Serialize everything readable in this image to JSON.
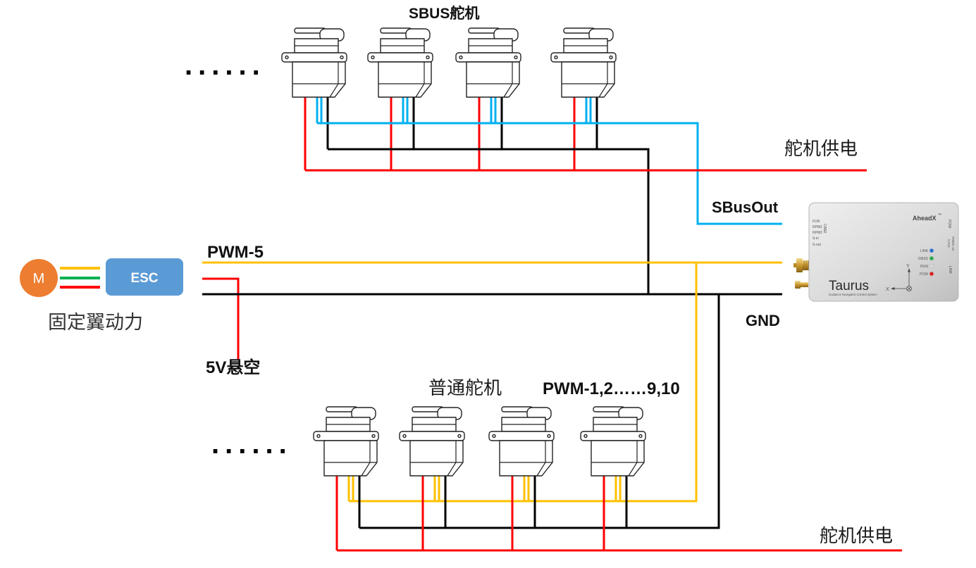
{
  "sbus_group": {
    "title": "SBUS舵机",
    "more": "......"
  },
  "sbus_power": "舵机供电",
  "sbus_out": "SBusOut",
  "pwm5": "PWM-5",
  "motor": {
    "symbol": "M",
    "caption": "固定翼动力"
  },
  "esc": {
    "label": "ESC"
  },
  "floating_5v": "5V悬空",
  "gnd": "GND",
  "pwm_group": {
    "title": "普通舵机",
    "channels": "PWM-1,2……9,10",
    "more": "......"
  },
  "pwm_power": "舵机供电",
  "controller": {
    "brand": "AheadX",
    "trademark": "™",
    "model": "Taurus",
    "subtitle": "Guidance Navigation Control System",
    "left_ports": [
      "FUN",
      "RPM1",
      "RPM2",
      "S-in",
      "S-out"
    ],
    "left_vertical_port": "CAN2",
    "right_ports": [
      "POW",
      "CAN1",
      "PWM1-10",
      "LINK"
    ],
    "leds": [
      {
        "label": "LINK",
        "color": "#2f6fd0"
      },
      {
        "label": "GNSS",
        "color": "#2fa84a"
      },
      {
        "label": "RUN",
        "color": "#dcdcdc"
      },
      {
        "label": "POW",
        "color": "#d92323"
      }
    ],
    "axes": {
      "x": "X",
      "y": "Y"
    }
  },
  "colors": {
    "sbus_signal_wire": "#00b0f0",
    "power_wire": "#ff0000",
    "ground_wire": "#000000",
    "pwm_signal_wire": "#ffc000",
    "esc_green_wire": "#00b050",
    "motor": "#ed7d31",
    "esc": "#5b9bd5"
  },
  "icons": {
    "servo": "servo-icon",
    "motor": "motor-icon",
    "esc": "esc-module-icon",
    "controller": "flight-controller-icon",
    "antenna_connector": "sma-connector-icon"
  }
}
